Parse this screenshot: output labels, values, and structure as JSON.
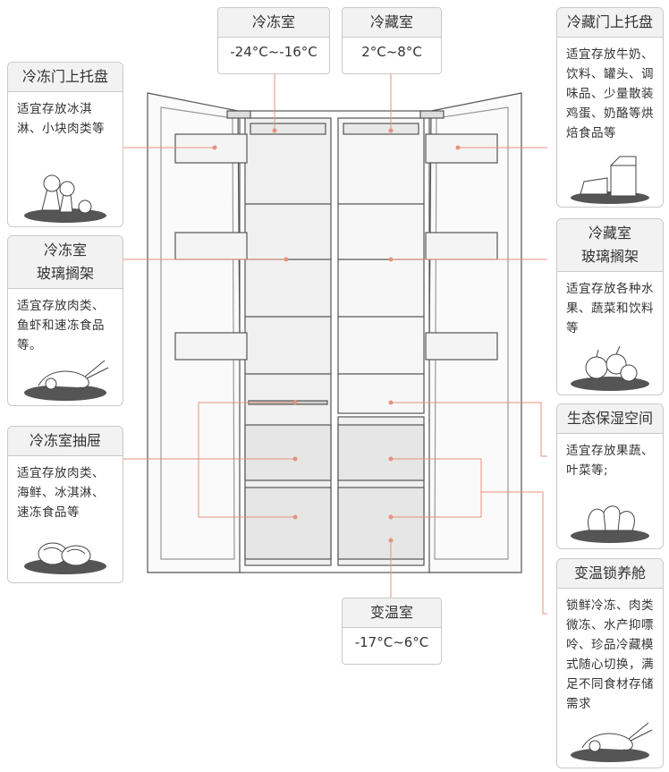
{
  "zones": {
    "freezer": {
      "title": "冷冻室",
      "temp": "-24°C~-16°C"
    },
    "fridge": {
      "title": "冷藏室",
      "temp": "2°C~8°C"
    },
    "variable": {
      "title": "变温室",
      "temp": "-17°C~6°C"
    }
  },
  "cards": {
    "freezer_door": {
      "title": "冷冻门上托盘",
      "desc": "适宜存放冰淇淋、小块肉类等",
      "icon": "ice-cream-icon"
    },
    "freezer_shelf": {
      "title": "冷冻室\n玻璃搁架",
      "desc": "适宜存放肉类、鱼虾和速冻食品等。",
      "icon": "shrimp-icon"
    },
    "freezer_drawer": {
      "title": "冷冻室抽屉",
      "desc": "适宜存放肉类、海鲜、冰淇淋、速冻食品等",
      "icon": "meat-icon"
    },
    "fridge_door": {
      "title": "冷藏门上托盘",
      "desc": "适宜存放牛奶、饮料、罐头、调味品、少量散装鸡蛋、奶酪等烘焙食品等",
      "icon": "milk-carton-icon"
    },
    "fridge_shelf": {
      "title": "冷藏室\n玻璃搁架",
      "desc": "适宜存放各种水果、蔬菜和饮料等",
      "icon": "fruit-icon"
    },
    "eco_space": {
      "title": "生态保湿空间",
      "desc": "适宜存放果蔬、叶菜等;",
      "icon": "vegetable-icon"
    },
    "var_cabin": {
      "title": "变温锁养舱",
      "desc": "锁鲜冷冻、肉类微冻、水产抑嘌呤、珍品冷藏模式随心切换，满足不同食材存储需求",
      "icon": "shrimp-icon"
    }
  },
  "colors": {
    "callout_line": "#e8927c",
    "dot": "#e8927c",
    "border": "#c9c9c9",
    "header_bg": "#f2f2f2"
  }
}
